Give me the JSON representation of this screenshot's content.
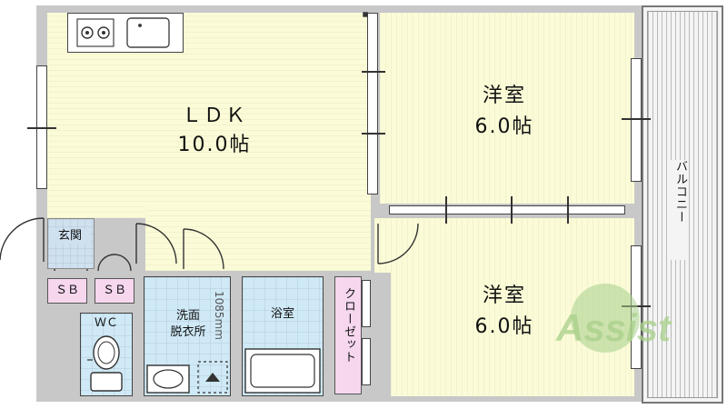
{
  "rooms": {
    "ldk": {
      "name": "ＬＤＫ",
      "size": "10.0帖"
    },
    "western1": {
      "name": "洋室",
      "size": "6.0帖"
    },
    "western2": {
      "name": "洋室",
      "size": "6.0帖"
    },
    "entrance": "玄関",
    "washroom_line1": "洗面",
    "washroom_line2": "脱衣所",
    "bath": "浴室",
    "wc": "ＷＣ",
    "closet": "クローゼット",
    "balcony": "バルコニー"
  },
  "storage": [
    "ＳＢ",
    "ＳＢ"
  ],
  "dimension_note": "1085mm",
  "watermark": "Assist",
  "colors": {
    "floor": "#fbfbd7",
    "wall": "#c8c8c8",
    "tile": "#cfe9f6",
    "closet": "#f6d7ee",
    "logo": "#a8d08a"
  }
}
